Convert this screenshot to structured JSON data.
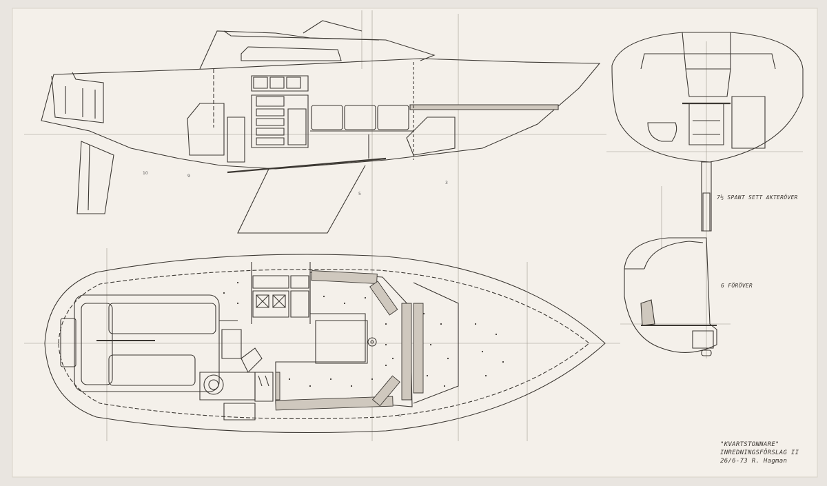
{
  "drawing": {
    "paper_color": "#f4f0ea",
    "line_color": "#3c3833",
    "wood_color": "#9a8f82",
    "title_block": {
      "line1": "\"KVARTSTONNARE\"",
      "line2": "INREDNINGSFÖRSLAG II",
      "line3": "26/6-73 R. Hagman"
    },
    "section_labels": {
      "upper": "7½ SPANT SETT AKTERÖVER",
      "lower": "6 FÖRÖVER"
    },
    "station_numbers": [
      "10",
      "9",
      "5",
      "3",
      "4"
    ]
  }
}
